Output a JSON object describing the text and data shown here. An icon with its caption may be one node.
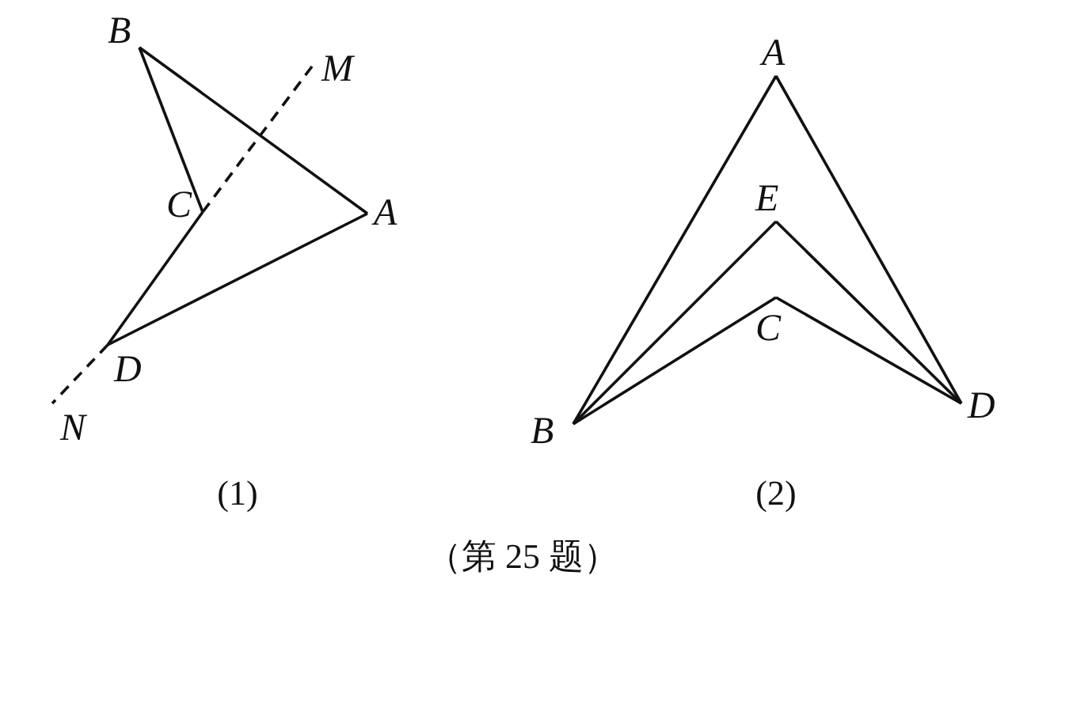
{
  "diagram": {
    "nodes": [
      {
        "text": [
          "B"
        ]
      },
      {
        "text": [
          "M"
        ]
      },
      {
        "text": [
          "C"
        ]
      },
      {
        "text": [
          "A"
        ]
      },
      {
        "text": [
          "D"
        ]
      },
      {
        "text": [
          "N"
        ]
      },
      {
        "text": [
          "A"
        ]
      },
      {
        "text": [
          "E"
        ]
      },
      {
        "text": [
          "C"
        ]
      },
      {
        "text": [
          "B"
        ]
      },
      {
        "text": [
          "D"
        ]
      }
    ],
    "edges": [
      {
        "from": 0,
        "to": 2,
        "arrow": "none"
      },
      {
        "from": 0,
        "to": 3,
        "arrow": "none"
      },
      {
        "from": 3,
        "to": 4,
        "arrow": "none"
      },
      {
        "from": 4,
        "to": 2,
        "arrow": "none"
      },
      {
        "from": 2,
        "to": 1,
        "arrow": "none",
        "style": "dashed"
      },
      {
        "from": 4,
        "to": 5,
        "arrow": "none",
        "style": "dashed"
      },
      {
        "from": 6,
        "to": 9,
        "arrow": "none"
      },
      {
        "from": 6,
        "to": 10,
        "arrow": "none"
      },
      {
        "from": 7,
        "to": 9,
        "arrow": "none"
      },
      {
        "from": 7,
        "to": 10,
        "arrow": "none"
      },
      {
        "from": 8,
        "to": 9,
        "arrow": "none"
      },
      {
        "from": 8,
        "to": 10,
        "arrow": "none"
      }
    ],
    "labels": [
      "(1)",
      "(2)",
      "（第 25 题）"
    ]
  }
}
